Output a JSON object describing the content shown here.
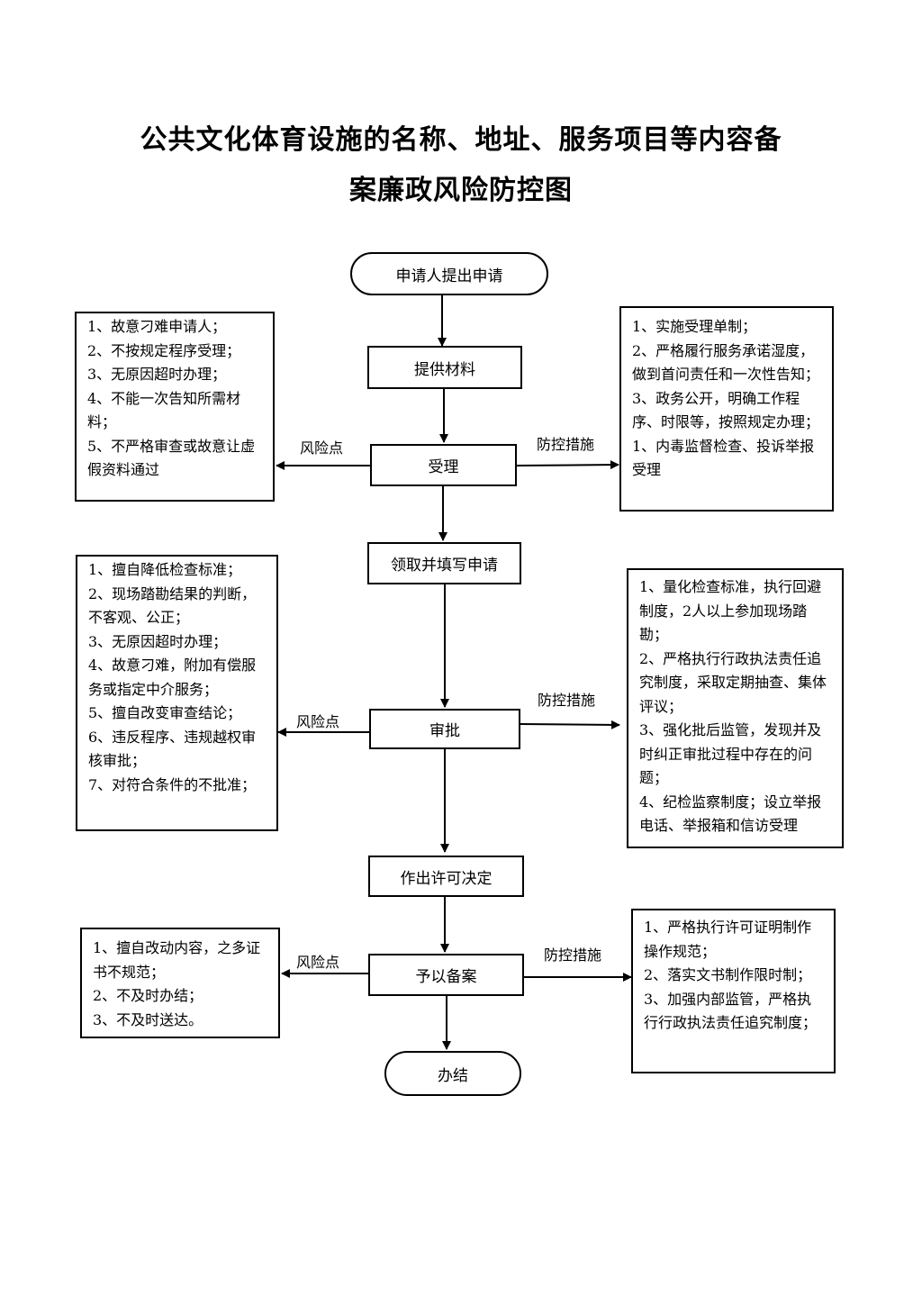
{
  "title": {
    "line1": "公共文化体育设施的名称、地址、服务项目等内容备",
    "line2": "案廉政风险防控图"
  },
  "flow": {
    "start": "申请人提出申请",
    "step1": "提供材料",
    "step2": "受理",
    "step3": "领取并填写申请",
    "step4": "审批",
    "step5": "作出许可决定",
    "step6": "予以备案",
    "end": "办结"
  },
  "labels": {
    "risk": "风险点",
    "control": "防控措施"
  },
  "risks": {
    "accept": [
      "1、故意刁难申请人；",
      "2、不按规定程序受理；",
      "3、无原因超时办理；",
      "4、不能一次告知所需材料；",
      "5、不严格审查或故意让虚假资料通过"
    ],
    "approve": [
      "1、擅自降低检查标准；",
      "2、现场踏勘结果的判断，不客观、公正；",
      "3、无原因超时办理；",
      "4、故意刁难，附加有偿服务或指定中介服务；",
      "5、擅自改变审查结论；",
      "6、违反程序、违规越权审核审批；",
      "7、对符合条件的不批准；"
    ],
    "record": [
      "1、擅自改动内容，之多证书不规范；",
      "2、不及时办结；",
      "3、不及时送达。"
    ]
  },
  "controls": {
    "accept": [
      "1、实施受理单制；",
      "2、严格履行服务承诺湿度，做到首问责任和一次性告知；",
      "3、政务公开，明确工作程序、时限等，按照规定办理；",
      "1、内毒监督检查、投诉举报受理"
    ],
    "approve": [
      "1、量化检查标准，执行回避制度，2人以上参加现场踏勘；",
      "2、严格执行行政执法责任追究制度，采取定期抽查、集体评议；",
      "3、强化批后监管，发现并及时纠正审批过程中存在的问题；",
      "4、纪检监察制度；设立举报电话、举报箱和信访受理"
    ],
    "record": [
      "1、严格执行许可证明制作操作规范；",
      "2、落实文书制作限时制；",
      "3、加强内部监管，严格执行行政执法责任追究制度；"
    ]
  }
}
